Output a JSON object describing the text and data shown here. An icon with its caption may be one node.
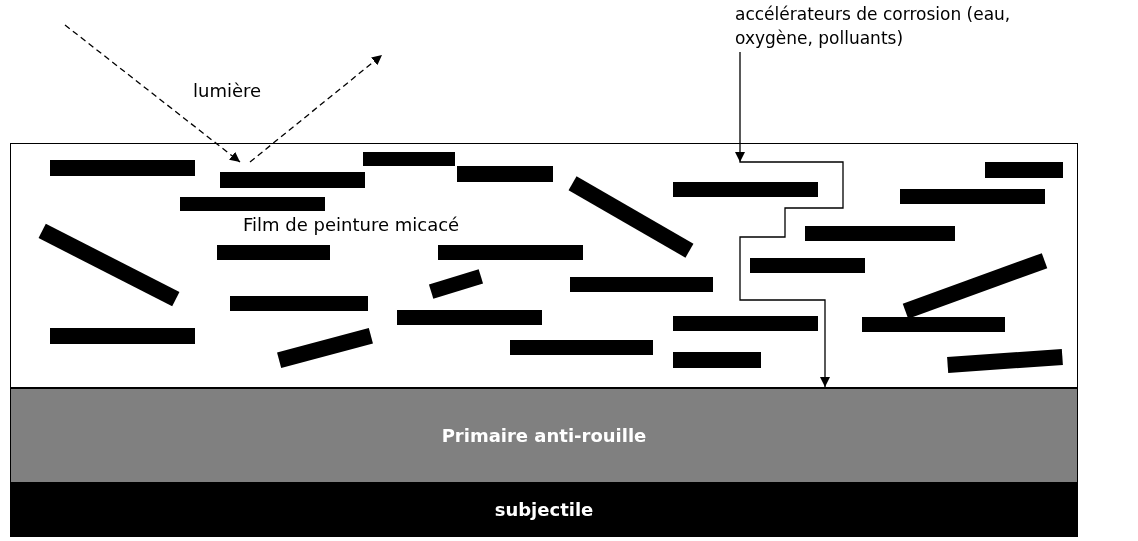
{
  "diagram": {
    "nodes": [
      {
        "text": [
          "Film de peinture micacé"
        ]
      },
      {
        "text": [
          "Primaire anti-rouille"
        ]
      },
      {
        "text": [
          "subjectile"
        ]
      },
      {
        "text": [
          "accélérateurs de corrosion (eau, oxygène, polluants)"
        ]
      }
    ],
    "edges": [
      {
        "from": null,
        "to": 0,
        "arrow": "to",
        "style": "dashed"
      },
      {
        "from": 0,
        "to": null,
        "arrow": "to",
        "style": "dashed"
      },
      {
        "from": 3,
        "to": 0,
        "arrow": "to"
      }
    ],
    "labels": [
      "lumière"
    ]
  }
}
